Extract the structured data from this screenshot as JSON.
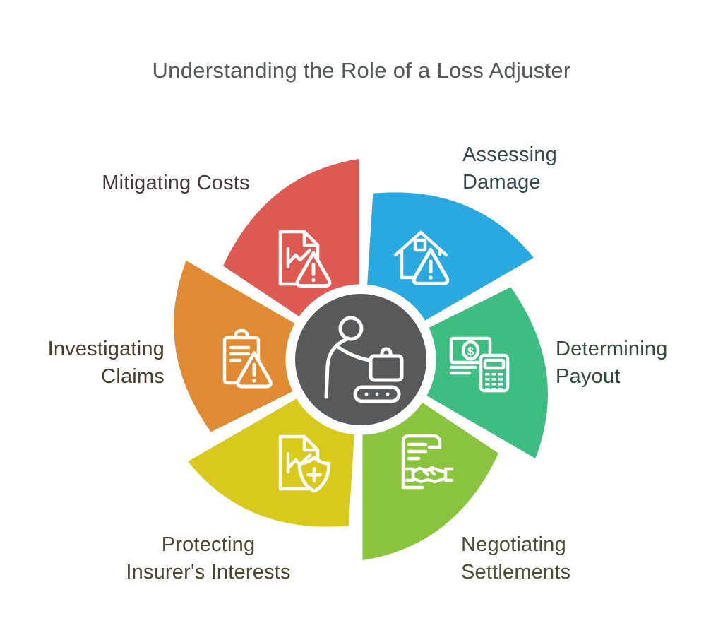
{
  "title": "Understanding the Role of a Loss Adjuster",
  "title_color": "#56585a",
  "background_color": "#ffffff",
  "center": {
    "icon": "loss-adjuster-baggage-icon",
    "color": "#58595b",
    "ring_color": "#ffffff"
  },
  "segments": [
    {
      "id": "mitigating-costs",
      "label": "Mitigating Costs",
      "color": "#e05a54",
      "label_color": "#4a363c",
      "tip_angle_deg": 90,
      "icon": "report-warning-icon"
    },
    {
      "id": "assessing-damage",
      "label": "Assessing\nDamage",
      "color": "#29a9e0",
      "label_color": "#33454e",
      "tip_angle_deg": 30,
      "icon": "house-warning-icon"
    },
    {
      "id": "determining-payout",
      "label": "Determining\nPayout",
      "color": "#3dbd81",
      "label_color": "#33493c",
      "tip_angle_deg": 330,
      "icon": "money-calculator-icon"
    },
    {
      "id": "negotiating-settlements",
      "label": "Negotiating\nSettlements",
      "color": "#8ac43f",
      "label_color": "#4a4d36",
      "tip_angle_deg": 270,
      "icon": "contract-handshake-icon"
    },
    {
      "id": "protecting-insurers-interests",
      "label": "Protecting\nInsurer's Interests",
      "color": "#d9c91c",
      "label_color": "#4c4631",
      "tip_angle_deg": 210,
      "icon": "document-shield-icon"
    },
    {
      "id": "investigating-claims",
      "label": "Investigating\nClaims",
      "color": "#e08b33",
      "label_color": "#4c3b2b",
      "tip_angle_deg": 150,
      "icon": "clipboard-warning-icon"
    }
  ]
}
